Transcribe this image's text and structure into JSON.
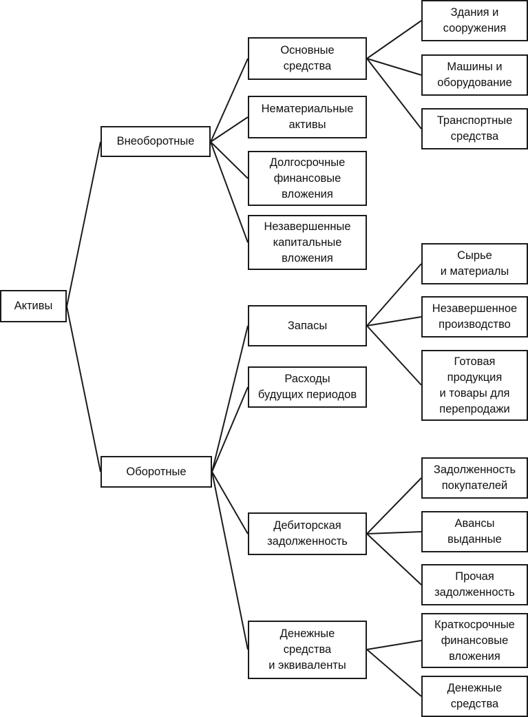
{
  "diagram": {
    "root": "Активы",
    "branches": [
      {
        "label": "Внеоборотные",
        "children": [
          {
            "lines": [
              "Основные",
              "средства"
            ],
            "children": [
              {
                "lines": [
                  "Здания и",
                  "сооружения"
                ]
              },
              {
                "lines": [
                  "Машины и",
                  "оборудование"
                ]
              },
              {
                "lines": [
                  "Транспортные",
                  "средства"
                ]
              }
            ]
          },
          {
            "lines": [
              "Нематериальные",
              "активы"
            ]
          },
          {
            "lines": [
              "Долгосрочные",
              "финансовые",
              "вложения"
            ]
          },
          {
            "lines": [
              "Незавершенные",
              "капитальные",
              "вложения"
            ]
          }
        ]
      },
      {
        "label": "Оборотные",
        "children": [
          {
            "lines": [
              "Запасы"
            ],
            "children": [
              {
                "lines": [
                  "Сырье",
                  "и материалы"
                ]
              },
              {
                "lines": [
                  "Незавершенное",
                  "производство"
                ]
              },
              {
                "lines": [
                  "Готовая",
                  "продукция",
                  "и товары для",
                  "перепродажи"
                ]
              }
            ]
          },
          {
            "lines": [
              "Расходы",
              "будущих периодов"
            ]
          },
          {
            "lines": [
              "Дебиторская",
              "задолженность"
            ],
            "children": [
              {
                "lines": [
                  "Задолженность",
                  "покупателей"
                ]
              },
              {
                "lines": [
                  "Авансы",
                  "выданные"
                ]
              },
              {
                "lines": [
                  "Прочая",
                  "задолженность"
                ]
              }
            ]
          },
          {
            "lines": [
              "Денежные",
              "средства",
              "и эквиваленты"
            ],
            "children": [
              {
                "lines": [
                  "Краткосрочные",
                  "финансовые",
                  "вложения"
                ]
              },
              {
                "lines": [
                  "Денежные",
                  "средства"
                ]
              }
            ]
          }
        ]
      }
    ]
  }
}
